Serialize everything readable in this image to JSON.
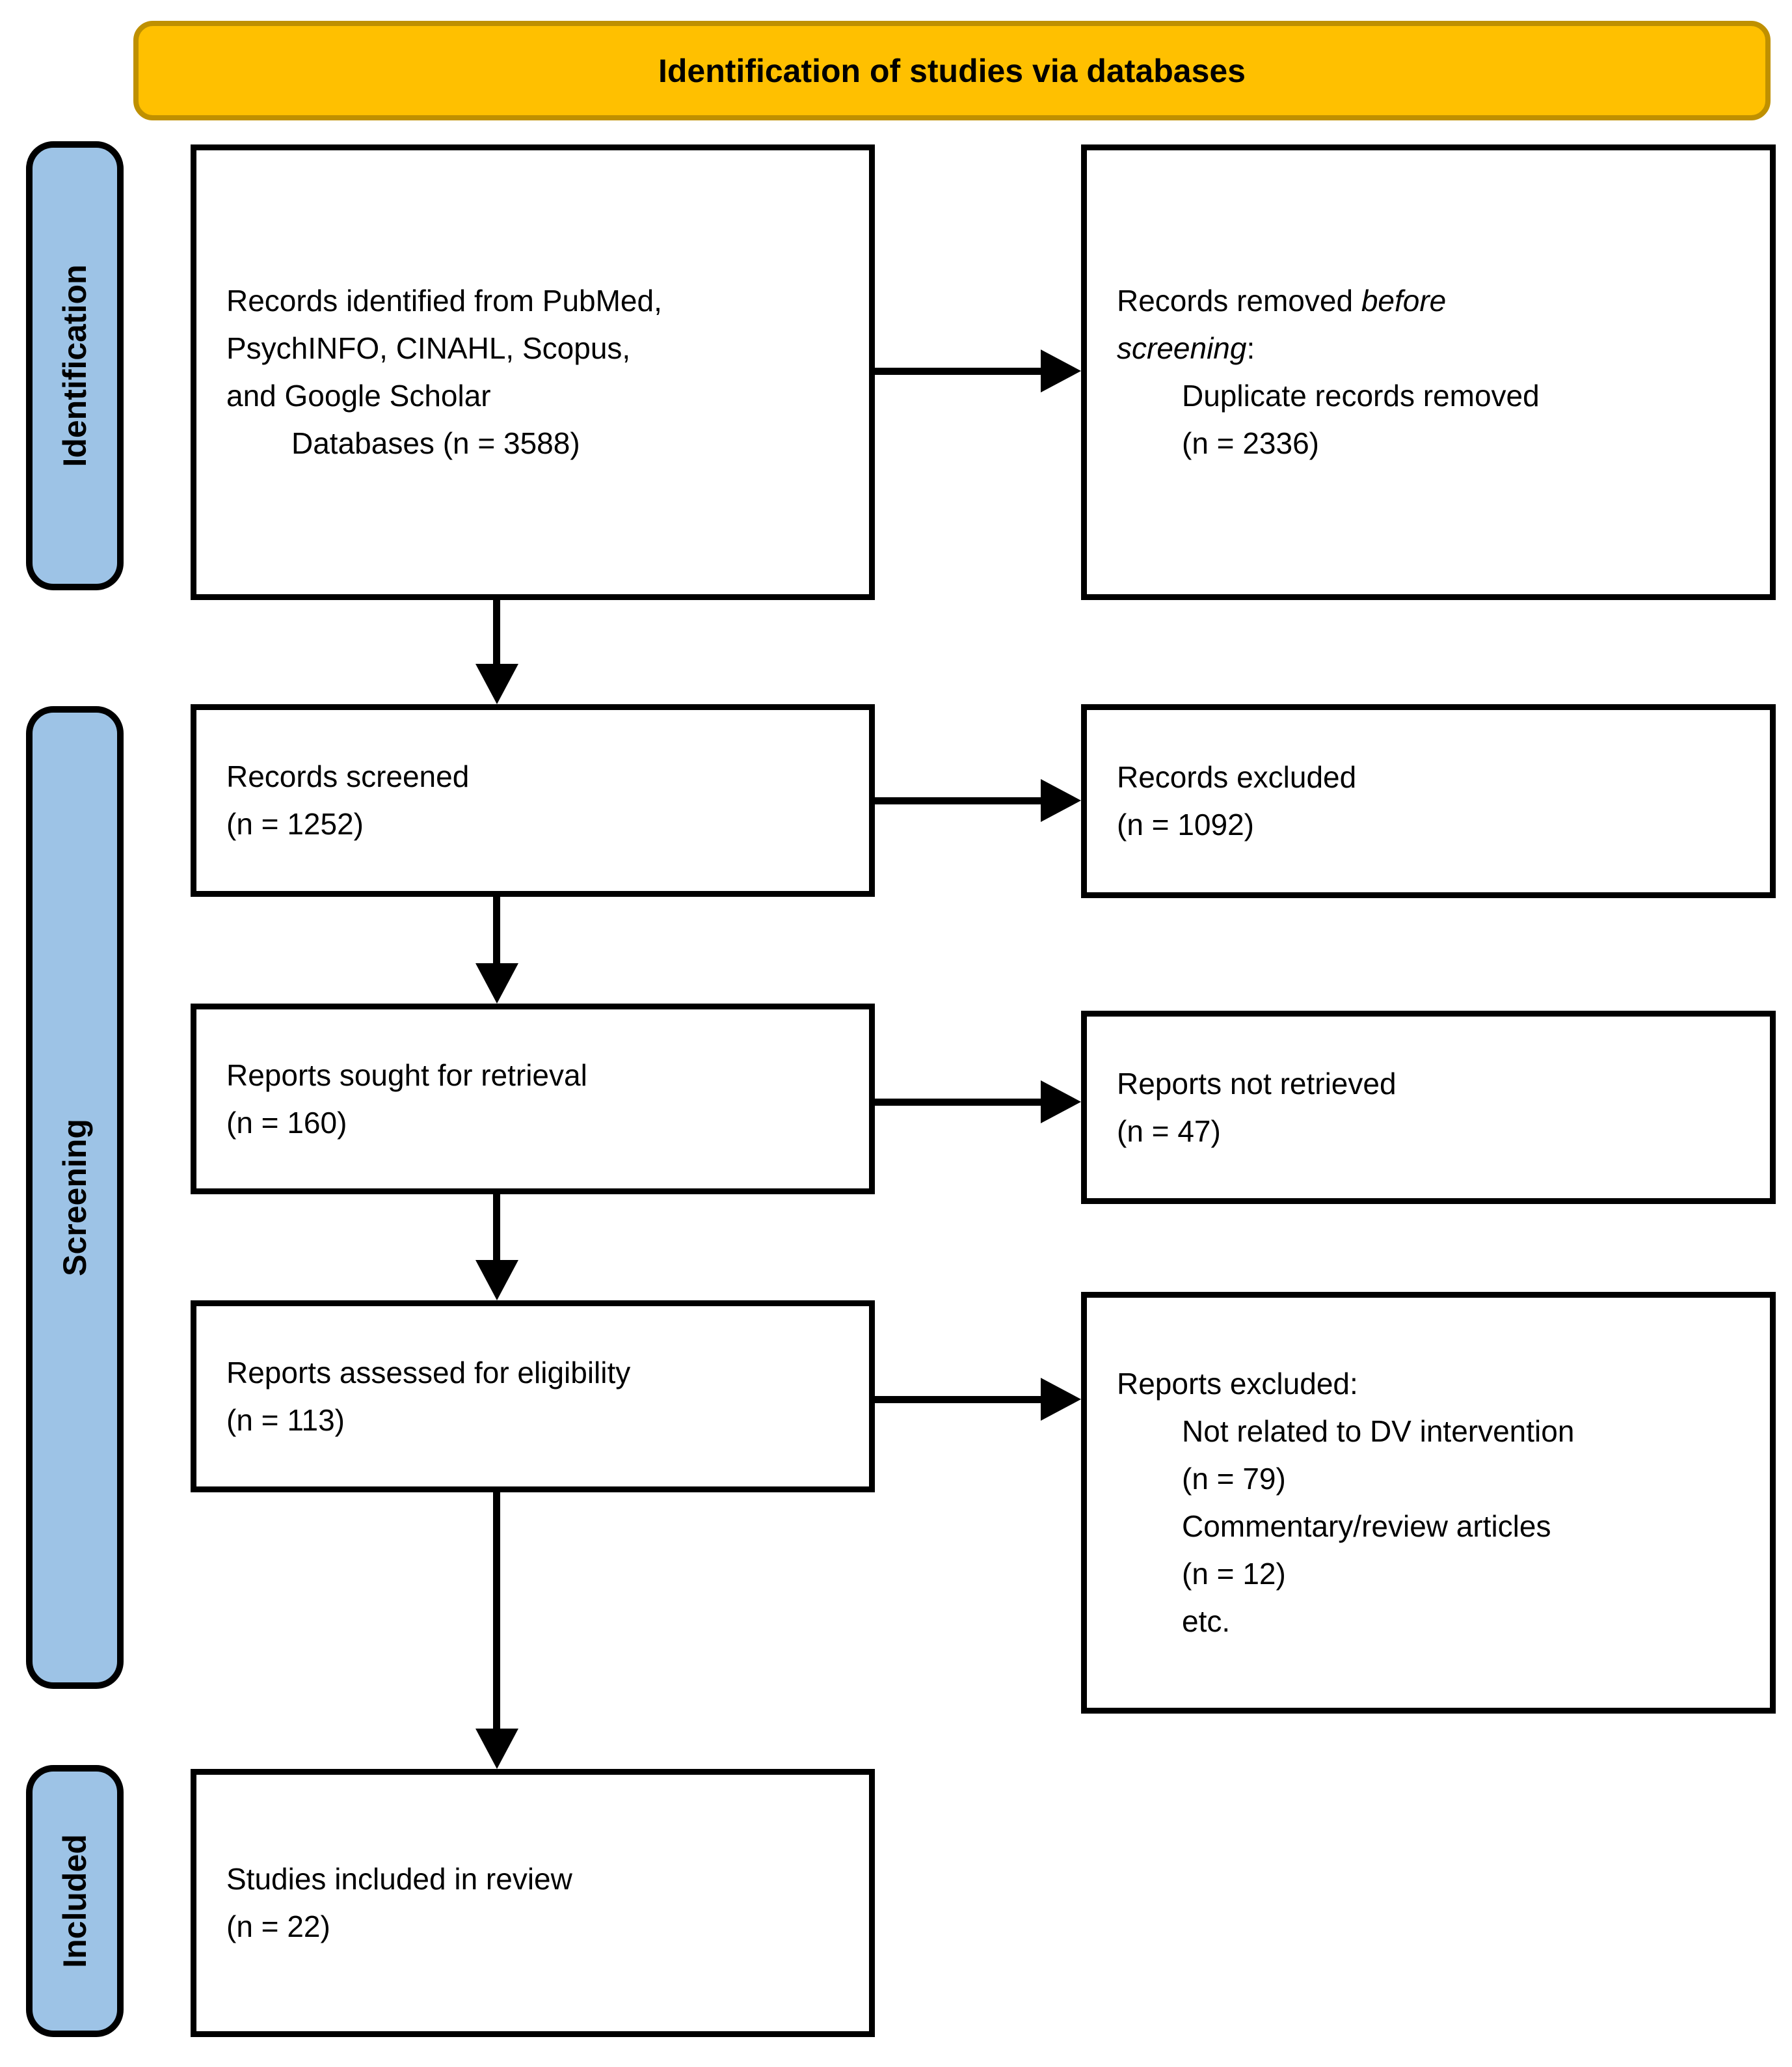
{
  "header": {
    "title": "Identification of studies via databases"
  },
  "colors": {
    "header_fill": "#FFC000",
    "header_border": "#BF9000",
    "stage_fill": "#9DC3E6",
    "line": "#000000"
  },
  "stages": {
    "identification": "Identification",
    "screening": "Screening",
    "included": "Included"
  },
  "boxes": {
    "records_identified": {
      "lines": [
        "Records identified from PubMed,",
        "PsychINFO, CINAHL, Scopus,",
        "and Google Scholar"
      ],
      "indented_line": "Databases (n = 3588)"
    },
    "records_removed": {
      "normal1": "Records removed ",
      "italic1": "before",
      "italic2": "screening",
      "normal2": ":",
      "indented_lines": [
        "Duplicate records removed",
        "(n = 2336)"
      ]
    },
    "records_screened": {
      "lines": [
        "Records screened",
        "(n = 1252)"
      ]
    },
    "records_excluded": {
      "lines": [
        "Records excluded",
        "(n = 1092)"
      ]
    },
    "reports_sought": {
      "lines": [
        "Reports sought for retrieval",
        "(n = 160)"
      ]
    },
    "reports_not_retrieved": {
      "lines": [
        "Reports not retrieved",
        "(n = 47)"
      ]
    },
    "reports_assessed": {
      "lines": [
        "Reports assessed for eligibility",
        "(n = 113)"
      ]
    },
    "reports_excluded": {
      "header": "Reports excluded:",
      "indented_lines": [
        "Not related to DV intervention",
        "(n = 79)",
        "Commentary/review articles",
        "(n = 12)",
        "etc."
      ]
    },
    "studies_included": {
      "lines": [
        "Studies included in review",
        "(n = 22)"
      ]
    }
  }
}
